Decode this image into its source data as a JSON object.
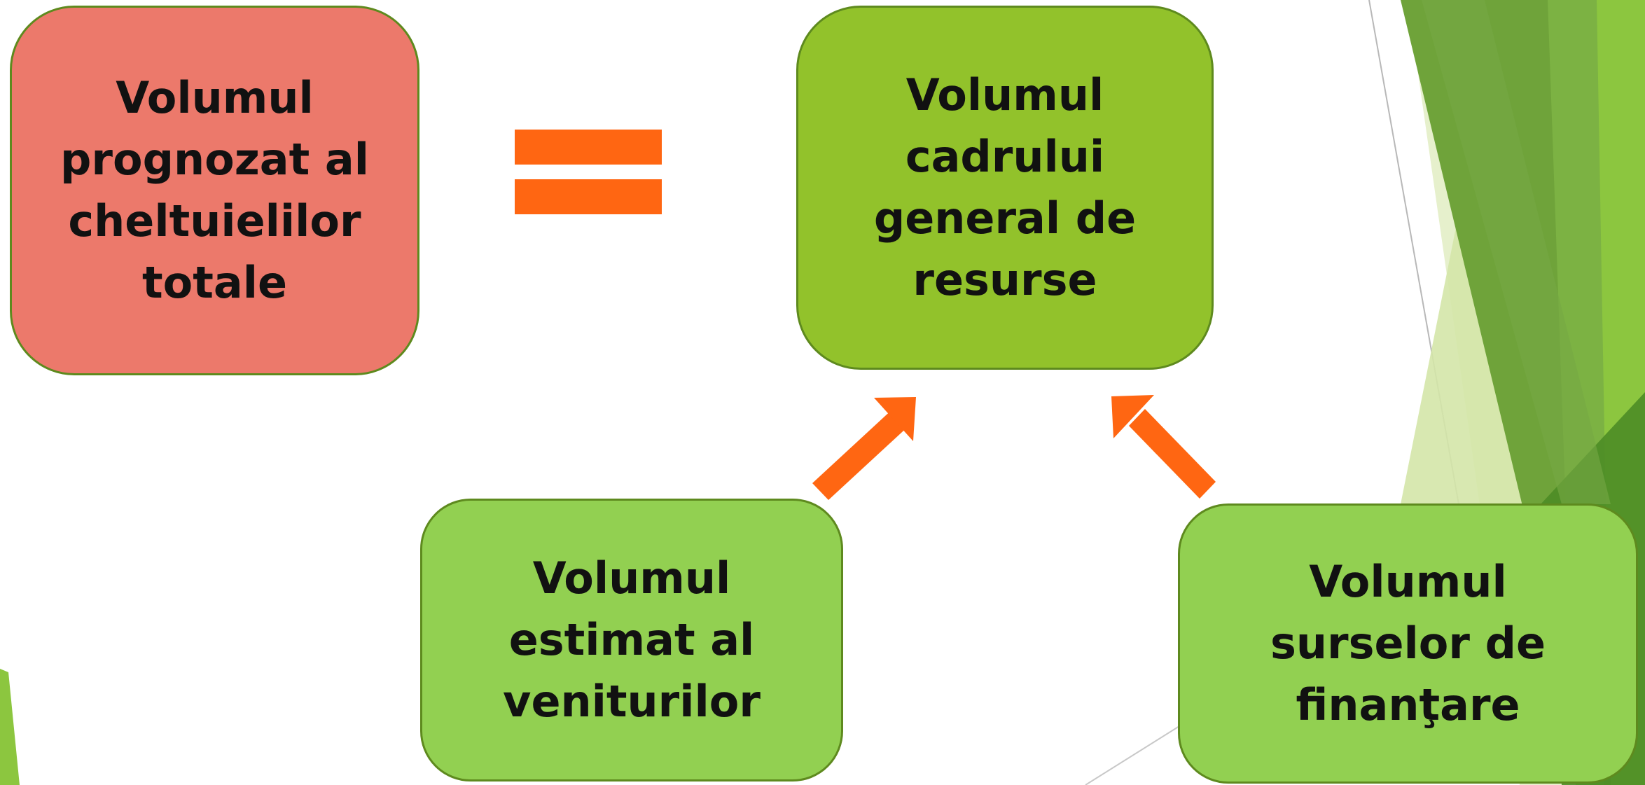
{
  "diagram": {
    "expenses_box": {
      "label": "Volumul\nprognozat al\ncheltuielilor\ntotale",
      "fill": "#ec796b"
    },
    "equals_sign": {
      "color": "#ff6612"
    },
    "resources_box": {
      "label": "Volumul\ncadrului\ngeneral de\nresurse",
      "fill": "#92c22b"
    },
    "revenues_box": {
      "label": "Volumul\nestimat al\nveniturilor",
      "fill": "#92d051"
    },
    "financing_box": {
      "label": "Volumul\nsurselor de\nfinanţare",
      "fill": "#92d051"
    },
    "arrows": {
      "color": "#ff6612"
    },
    "theme_colors": {
      "dark_green": "#4d8c26",
      "mid_green": "#6fa33a",
      "light_green": "#8cc63f",
      "pale_green": "#d4e6a8"
    }
  }
}
